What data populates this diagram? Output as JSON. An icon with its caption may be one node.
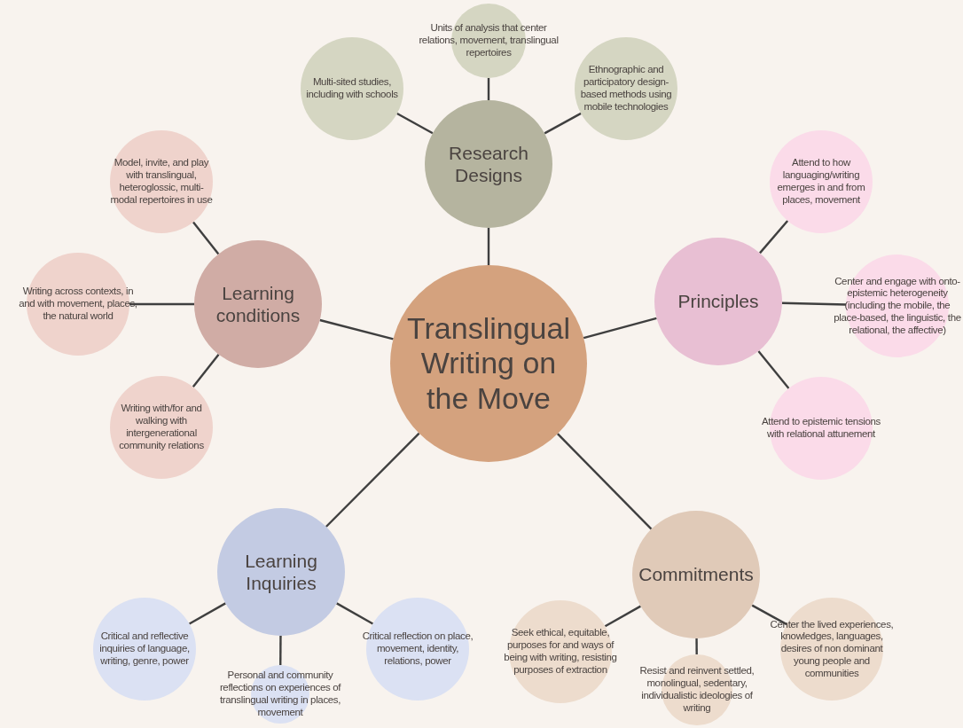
{
  "diagram": {
    "nodes": [
      {
        "text": [
          "Translingual Writing on the Move"
        ]
      },
      {
        "text": [
          "Research Designs"
        ]
      },
      {
        "text": [
          "Multi-sited studies, including with schools"
        ]
      },
      {
        "text": [
          "Units of analysis that center relations, movement, translingual repertoires"
        ]
      },
      {
        "text": [
          "Ethnographic and participatory design-based methods using mobile technologies"
        ]
      },
      {
        "text": [
          "Learning conditions"
        ]
      },
      {
        "text": [
          "Model, invite, and play with translingual, heteroglossic, multi-modal repertoires in use"
        ]
      },
      {
        "text": [
          "Writing across contexts, in and with movement, places, the natural world"
        ]
      },
      {
        "text": [
          "Writing with/for and walking with intergenerational community relations"
        ]
      },
      {
        "text": [
          "Principles"
        ]
      },
      {
        "text": [
          "Attend to how languaging/writing emerges in and from places, movement"
        ]
      },
      {
        "text": [
          "Center and engage with onto-epistemic heterogeneity (including the mobile, the place-based, the linguistic, the relational, the affective)"
        ]
      },
      {
        "text": [
          "Attend to epistemic tensions with relational attunement"
        ]
      },
      {
        "text": [
          "Learning Inquiries"
        ]
      },
      {
        "text": [
          "Critical and reflective inquiries of language, writing, genre, power"
        ]
      },
      {
        "text": [
          "Personal and community reflections on experiences of translingual writing in places, movement"
        ]
      },
      {
        "text": [
          "Critical reflection on place, movement, identity, relations, power"
        ]
      },
      {
        "text": [
          "Commitments"
        ]
      },
      {
        "text": [
          "Seek ethical, equitable, purposes for and ways of being with writing, resisting purposes of extraction"
        ]
      },
      {
        "text": [
          "Resist and reinvent settled, monolingual, sedentary, individualistic ideologies of writing"
        ]
      },
      {
        "text": [
          "Center the lived experiences, knowledges, languages, desires of non dominant young people and communities"
        ]
      }
    ],
    "edges": [
      {
        "from": 0,
        "to": 1,
        "arrow": "none"
      },
      {
        "from": 0,
        "to": 5,
        "arrow": "none"
      },
      {
        "from": 0,
        "to": 9,
        "arrow": "none"
      },
      {
        "from": 0,
        "to": 13,
        "arrow": "none"
      },
      {
        "from": 0,
        "to": 17,
        "arrow": "none"
      },
      {
        "from": 1,
        "to": 2,
        "arrow": "none"
      },
      {
        "from": 1,
        "to": 3,
        "arrow": "none"
      },
      {
        "from": 1,
        "to": 4,
        "arrow": "none"
      },
      {
        "from": 5,
        "to": 6,
        "arrow": "none"
      },
      {
        "from": 5,
        "to": 7,
        "arrow": "none"
      },
      {
        "from": 5,
        "to": 8,
        "arrow": "none"
      },
      {
        "from": 9,
        "to": 10,
        "arrow": "none"
      },
      {
        "from": 9,
        "to": 11,
        "arrow": "none"
      },
      {
        "from": 9,
        "to": 12,
        "arrow": "none"
      },
      {
        "from": 13,
        "to": 14,
        "arrow": "none"
      },
      {
        "from": 13,
        "to": 15,
        "arrow": "none"
      },
      {
        "from": 13,
        "to": 16,
        "arrow": "none"
      },
      {
        "from": 17,
        "to": 18,
        "arrow": "none"
      },
      {
        "from": 17,
        "to": 19,
        "arrow": "none"
      },
      {
        "from": 17,
        "to": 20,
        "arrow": "none"
      }
    ]
  }
}
